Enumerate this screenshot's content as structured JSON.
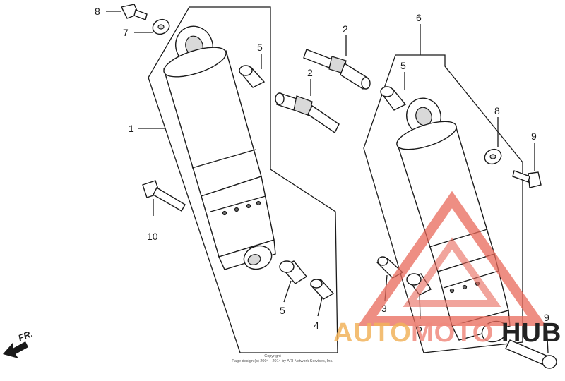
{
  "diagram": {
    "callouts": [
      {
        "id": "c1",
        "text": "1"
      },
      {
        "id": "c2a",
        "text": "2"
      },
      {
        "id": "c2b",
        "text": "2"
      },
      {
        "id": "c3",
        "text": "3"
      },
      {
        "id": "c4",
        "text": "4"
      },
      {
        "id": "c5a",
        "text": "5"
      },
      {
        "id": "c5b",
        "text": "5"
      },
      {
        "id": "c5c",
        "text": "5"
      },
      {
        "id": "c5d",
        "text": "5"
      },
      {
        "id": "c6",
        "text": "6"
      },
      {
        "id": "c7",
        "text": "7"
      },
      {
        "id": "c8a",
        "text": "8"
      },
      {
        "id": "c8b",
        "text": "8"
      },
      {
        "id": "c9a",
        "text": "9"
      },
      {
        "id": "c9b",
        "text": "9"
      },
      {
        "id": "c10",
        "text": "10"
      }
    ],
    "direction_label": "FR.",
    "copyright_line1": "Copyright",
    "copyright_line2": "Page design (c) 2004 - 2014 by ARI Network Services, Inc."
  },
  "watermark": {
    "part1": "AUTO",
    "part2": "MOTO",
    "part3": "HUB",
    "color_auto": "#f2b35c",
    "color_moto": "#f08a7e",
    "color_triangle": "#e8685a"
  }
}
